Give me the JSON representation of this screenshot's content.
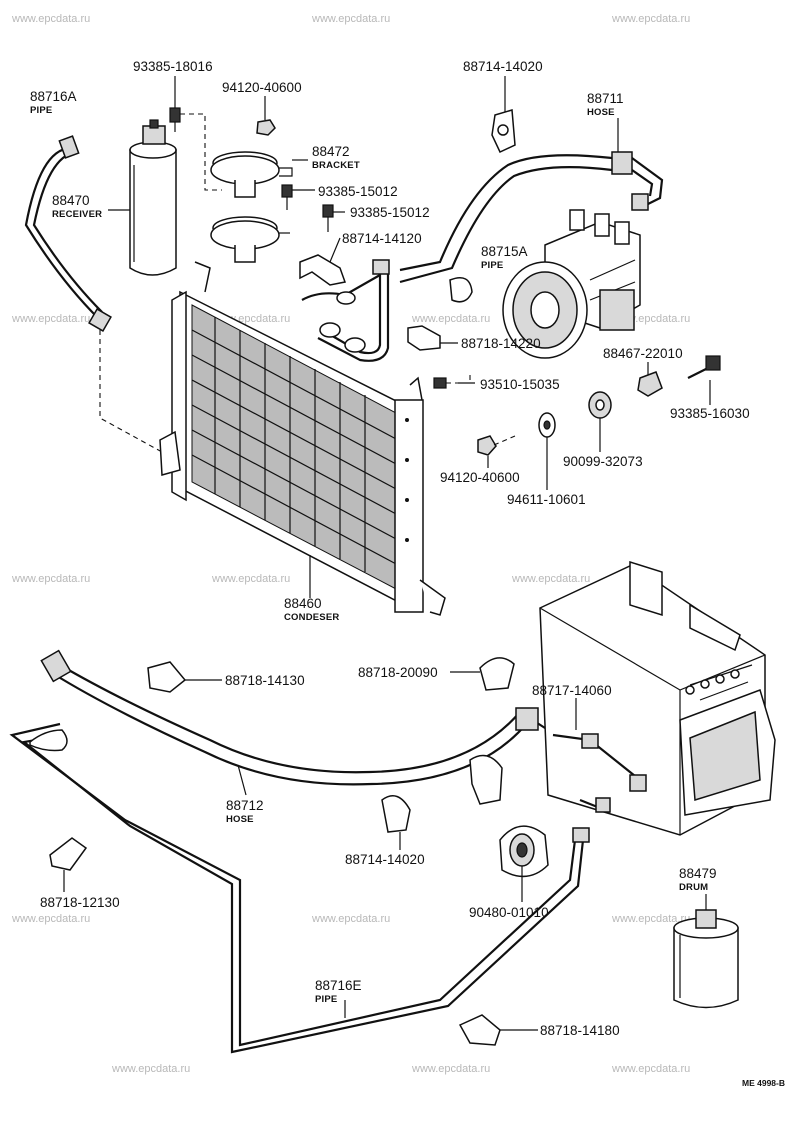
{
  "watermarks": [
    "www.epcdata.ru",
    "www.epcdata.ru",
    "www.epcdata.ru",
    "www.epcdata.ru",
    "www.epcdata.ru",
    "www.epcdata.ru",
    "www.epcdata.ru",
    "www.epcdata.ru",
    "www.epcdata.ru",
    "www.epcdata.ru",
    "www.epcdata.ru",
    "www.epcdata.ru",
    "www.epcdata.ru",
    "www.epcdata.ru",
    "www.epcdata.ru",
    "www.epcdata.ru"
  ],
  "callouts": [
    {
      "number": "93385-18016",
      "name": ""
    },
    {
      "number": "94120-40600",
      "name": ""
    },
    {
      "number": "88714-14020",
      "name": ""
    },
    {
      "number": "88711",
      "name": "HOSE"
    },
    {
      "number": "88716A",
      "name": "PIPE"
    },
    {
      "number": "88472",
      "name": "BRACKET"
    },
    {
      "number": "93385-15012",
      "name": ""
    },
    {
      "number": "93385-15012",
      "name": ""
    },
    {
      "number": "88470",
      "name": "RECEIVER"
    },
    {
      "number": "88714-14120",
      "name": ""
    },
    {
      "number": "88715A",
      "name": "PIPE"
    },
    {
      "number": "88718-14220",
      "name": ""
    },
    {
      "number": "88467-22010",
      "name": ""
    },
    {
      "number": "93510-15035",
      "name": ""
    },
    {
      "number": "93385-16030",
      "name": ""
    },
    {
      "number": "90099-32073",
      "name": ""
    },
    {
      "number": "94120-40600",
      "name": ""
    },
    {
      "number": "94611-10601",
      "name": ""
    },
    {
      "number": "88460",
      "name": "CONDESER"
    },
    {
      "number": "88718-14130",
      "name": ""
    },
    {
      "number": "88718-20090",
      "name": ""
    },
    {
      "number": "88717-14060",
      "name": ""
    },
    {
      "number": "88712",
      "name": "HOSE"
    },
    {
      "number": "88714-14020",
      "name": ""
    },
    {
      "number": "88718-12130",
      "name": ""
    },
    {
      "number": "90480-01010",
      "name": ""
    },
    {
      "number": "88479",
      "name": "DRUM"
    },
    {
      "number": "88716E",
      "name": "PIPE"
    },
    {
      "number": "88718-14180",
      "name": ""
    }
  ],
  "diagram_ref": "ME 4998-B"
}
